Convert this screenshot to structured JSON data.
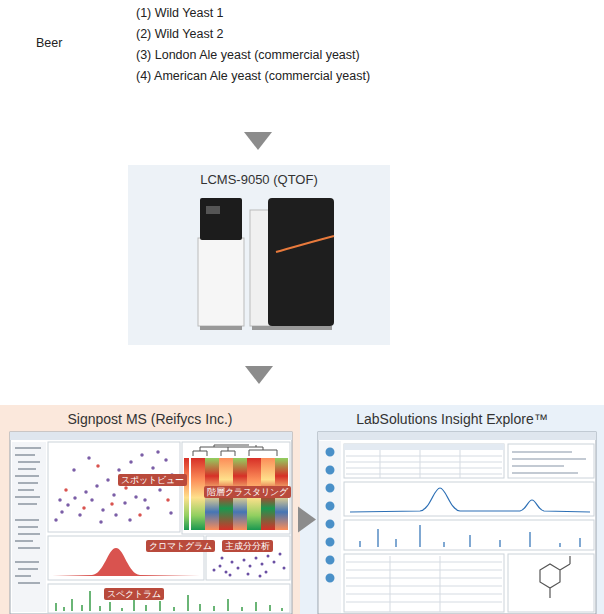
{
  "diagram": {
    "nodes": [
      {
        "text": [
          "LCMS-9050 (QTOF)"
        ]
      },
      {
        "text": [
          "Signpost MS (Reifycs Inc.)"
        ]
      },
      {
        "text": [
          "LabSolutions Insight Explore™"
        ]
      }
    ],
    "edges": [
      {
        "from": 0,
        "to": 1,
        "arrow": "to"
      },
      {
        "from": 1,
        "to": 2,
        "arrow": "to"
      }
    ],
    "labels": [
      "Beer",
      "(1) Wild Yeast 1",
      "(2) Wild Yeast 2",
      "(3) London Ale yeast (commercial yeast)",
      "(4) American Ale yeast (commercial yeast)",
      "スポットビュー",
      "階層クラスタリング",
      "クロマトグラム",
      "主成分分析",
      "スペクトラム"
    ]
  }
}
